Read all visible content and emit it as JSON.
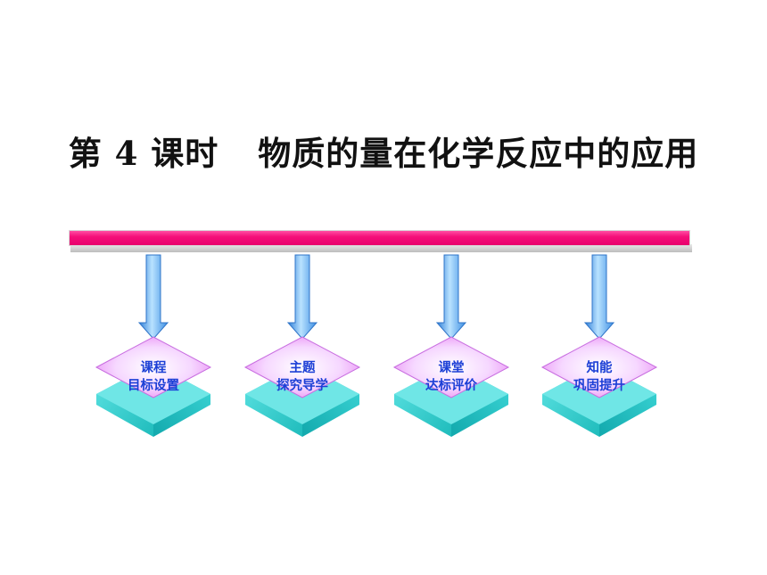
{
  "title": {
    "part1": "第 4 课时",
    "part2": "物质的量在化学反应中的应用"
  },
  "nodes": [
    {
      "line1": "课程",
      "line2": "目标设置"
    },
    {
      "line1": "主题",
      "line2": "探究导学"
    },
    {
      "line1": "课堂",
      "line2": "达标评价"
    },
    {
      "line1": "知能",
      "line2": "巩固提升"
    }
  ],
  "colors": {
    "bar": "#f5107a",
    "arrow": "#4aa3f0",
    "diamond_top": "#f5b6ff",
    "diamond_base": "#2fd3d3",
    "label": "#1c3fd6"
  }
}
